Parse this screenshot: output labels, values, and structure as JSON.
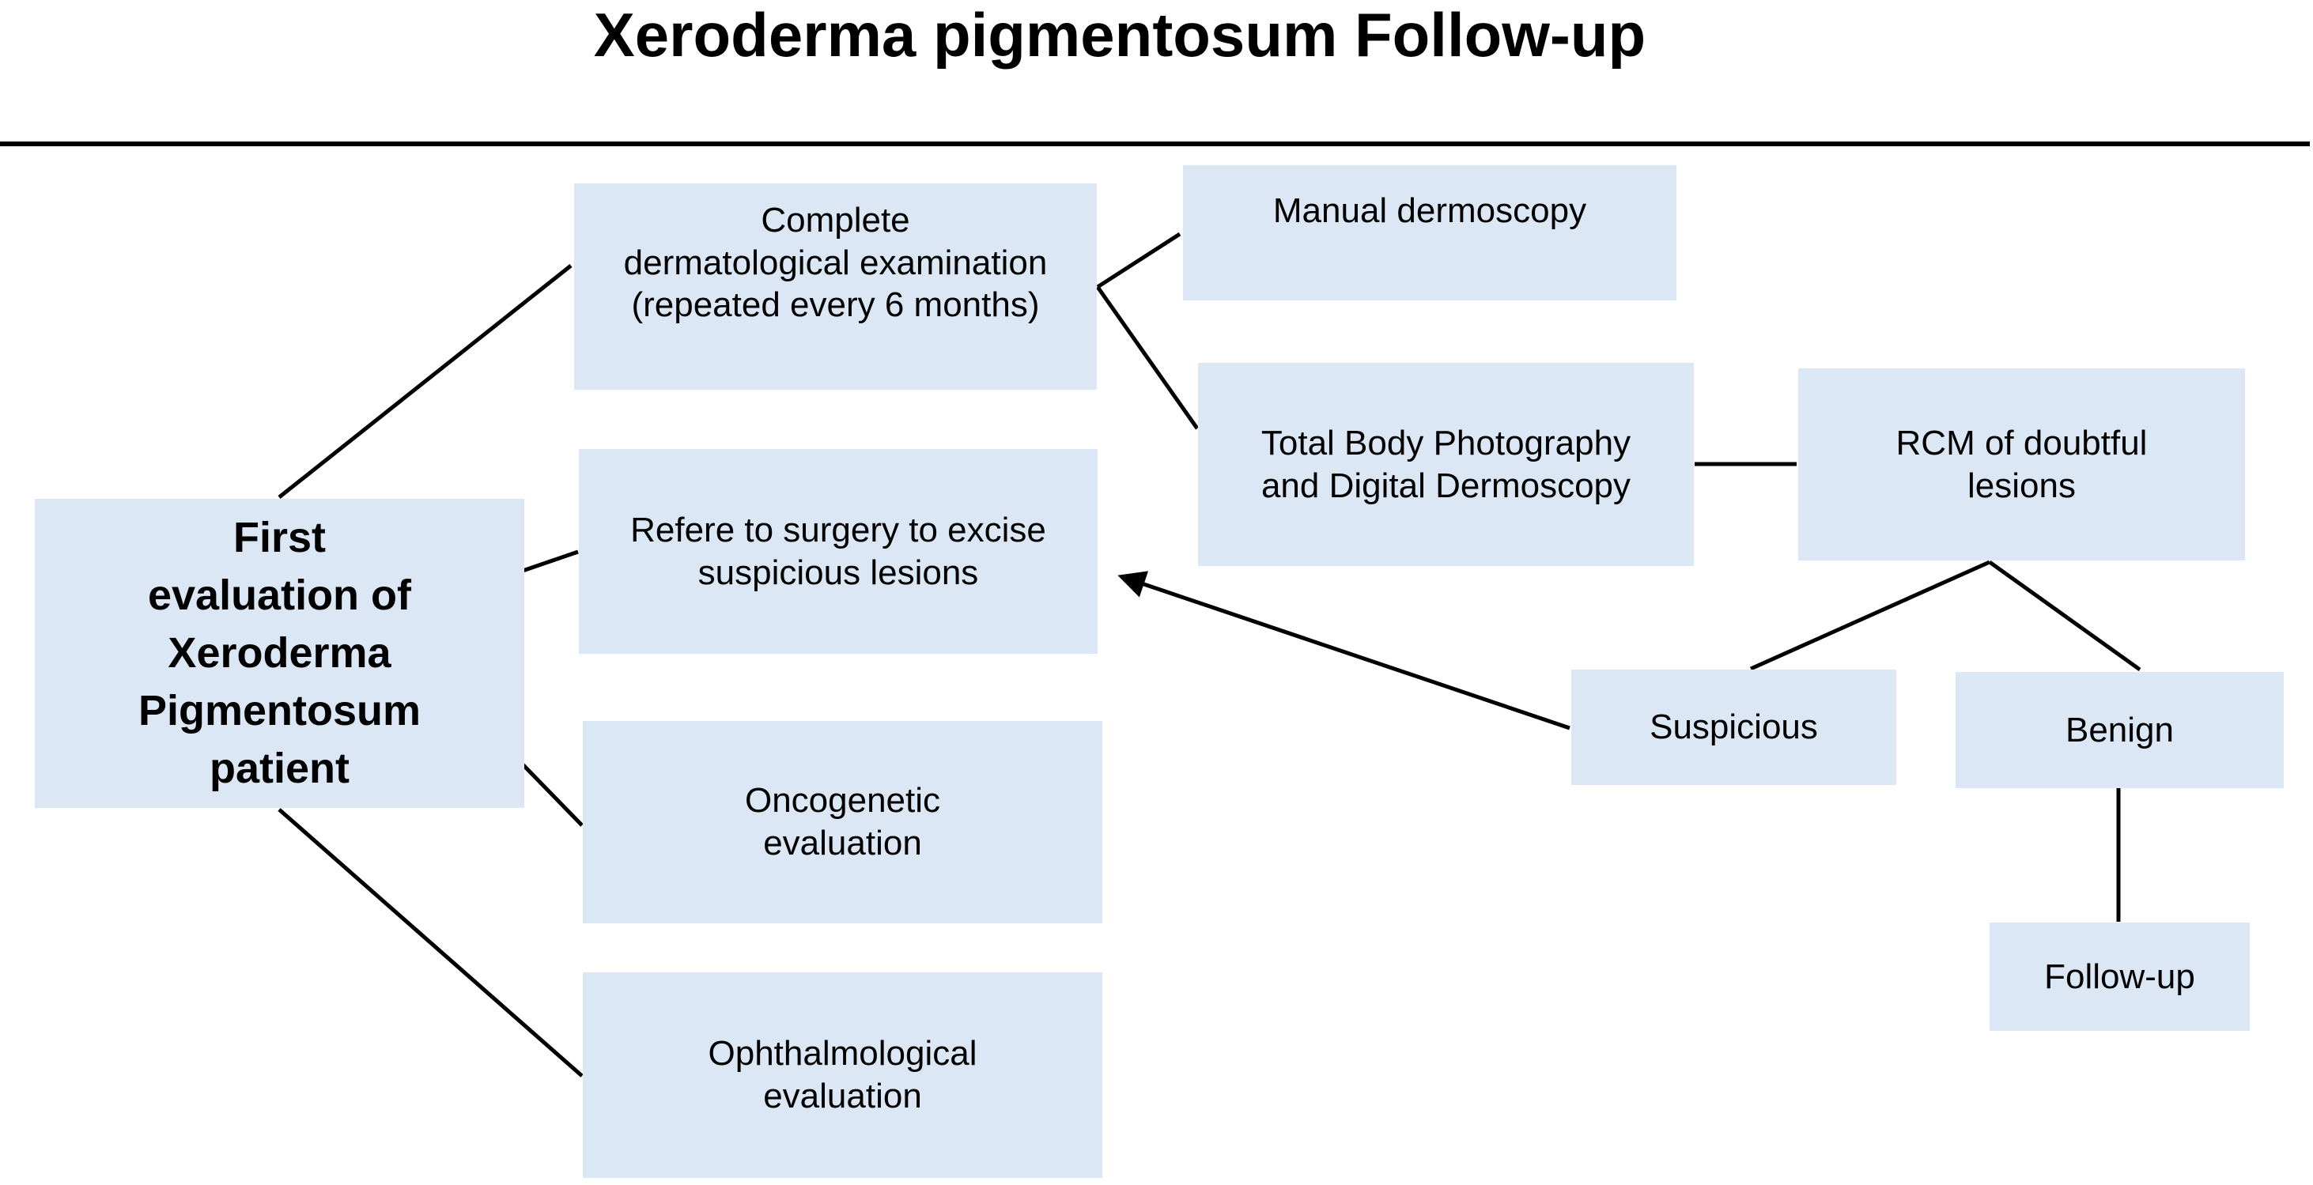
{
  "title": "Xeroderma pigmentosum Follow-up",
  "colors": {
    "box_fill": "#dbe7f4",
    "line": "#000000",
    "text": "#000000",
    "background": "#ffffff"
  },
  "nodes": {
    "first_eval": {
      "label": "First\nevaluation of\nXeroderma\nPigmentosum\npatient"
    },
    "complete_exam": {
      "label": "Complete\ndermatological examination\n(repeated every 6 months)"
    },
    "manual_dermoscopy": {
      "label": "Manual dermoscopy"
    },
    "total_body": {
      "label": "Total Body Photography\nand Digital Dermoscopy"
    },
    "rcm": {
      "label": "RCM of doubtful\nlesions"
    },
    "refer_surgery": {
      "label": "Refere to surgery to excise\nsuspicious lesions"
    },
    "oncogenetic": {
      "label": "Oncogenetic\nevaluation"
    },
    "ophthalmological": {
      "label": "Ophthalmological\nevaluation"
    },
    "suspicious": {
      "label": "Suspicious"
    },
    "benign": {
      "label": "Benign"
    },
    "follow_up": {
      "label": "Follow-up"
    }
  },
  "edges": [
    {
      "from": "first_eval",
      "to": "complete_exam",
      "style": "line"
    },
    {
      "from": "first_eval",
      "to": "refer_surgery",
      "style": "line"
    },
    {
      "from": "first_eval",
      "to": "oncogenetic",
      "style": "line"
    },
    {
      "from": "first_eval",
      "to": "ophthalmological",
      "style": "line"
    },
    {
      "from": "complete_exam",
      "to": "manual_dermoscopy",
      "style": "line"
    },
    {
      "from": "complete_exam",
      "to": "total_body",
      "style": "line"
    },
    {
      "from": "total_body",
      "to": "rcm",
      "style": "line"
    },
    {
      "from": "rcm",
      "to": "suspicious",
      "style": "line"
    },
    {
      "from": "rcm",
      "to": "benign",
      "style": "line"
    },
    {
      "from": "suspicious",
      "to": "refer_surgery",
      "style": "arrow"
    },
    {
      "from": "benign",
      "to": "follow_up",
      "style": "line"
    }
  ]
}
